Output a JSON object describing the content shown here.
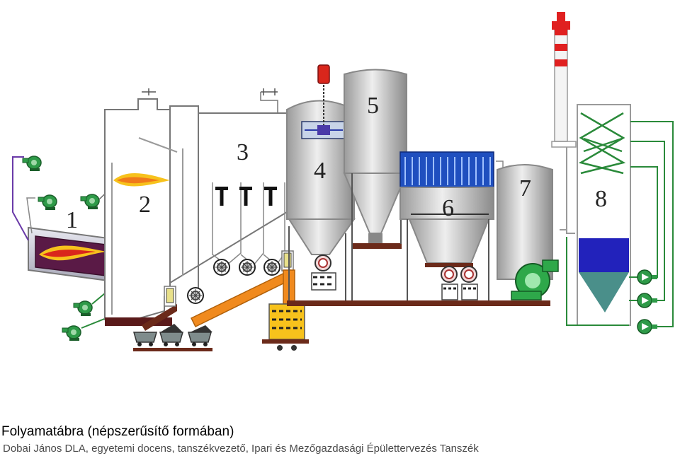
{
  "stage_labels": [
    "1",
    "2",
    "3",
    "4",
    "5",
    "6",
    "7",
    "8"
  ],
  "caption": "Folyamatábra (népszerűsítő formában)",
  "credit": "Dobai János DLA, egyetemi docens, tanszékvezető, Ipari és Mezőgazdasági Épülettervezés Tanszék",
  "colors": {
    "fan": "#2e9a48",
    "flame": "#f7c21c",
    "flame_core": "#d9261c",
    "conveyor": "#f08a1e",
    "filter_bags": "#1f4fbf",
    "scrubber_liquid": "#2222bb",
    "scrubber_cone": "#4a8f8a",
    "chimney_band": "#e02020",
    "silo": "#b5b5b5",
    "ash_rail": "#6b2a1a",
    "pipe_green": "#2a8a3a",
    "pipe_purple": "#6a3aa8"
  }
}
